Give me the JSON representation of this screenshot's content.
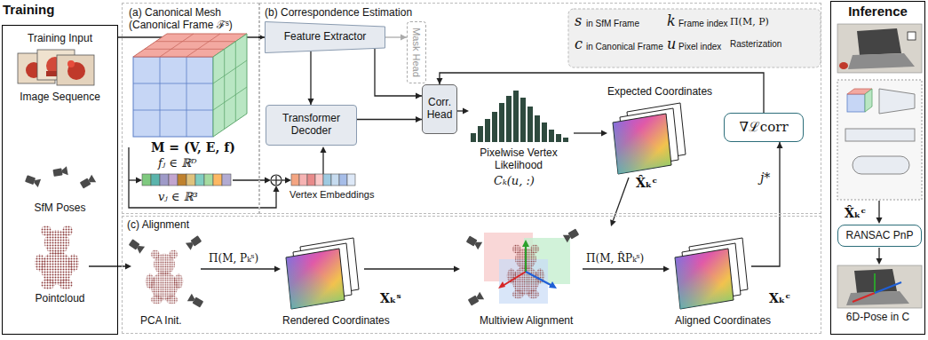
{
  "diagram": {
    "nodes": [
      {
        "text": [
          "Training",
          "Training Input",
          "Image Sequence",
          "SfM Poses",
          "Pointcloud"
        ]
      },
      {
        "text": [
          "(a) Canonical Mesh (Canonical Frame ℱˢ)"
        ]
      },
      {
        "text": [
          "(b) Correspondence Estimation"
        ]
      },
      {
        "text": [
          "Feature Extractor"
        ],
        "in": 2
      },
      {
        "text": [
          "Mask Head"
        ],
        "in": 2
      },
      {
        "text": [
          "Transformer Decoder"
        ],
        "in": 2
      },
      {
        "text": [
          "Corr. Head"
        ],
        "in": 2
      },
      {
        "text": [
          "∇ℒcorr"
        ],
        "in": 2
      },
      {
        "text": [
          "(c) Alignment"
        ]
      },
      {
        "text": [
          "Inference",
          "6D-Pose in C"
        ]
      },
      {
        "text": [
          "RANSAC PnP"
        ],
        "in": 9
      }
    ],
    "edges": [
      {
        "from": 0,
        "to": 3,
        "arrow": "to"
      },
      {
        "from": 3,
        "to": 4,
        "arrow": "to"
      },
      {
        "from": 3,
        "to": 5,
        "arrow": "to"
      },
      {
        "from": 3,
        "to": 6,
        "arrow": "to"
      },
      {
        "from": 5,
        "to": 6,
        "arrow": "to"
      },
      {
        "from": 7,
        "to": 6,
        "arrow": "to"
      },
      {
        "from": 8,
        "to": 7,
        "label": "j*",
        "arrow": "to"
      }
    ],
    "labels": [
      "M = (V, E, f)",
      "fⱼ ∈ ℝᴰ",
      "vⱼ ∈ ℝ³",
      "Vertex Embeddings",
      "Pixelwise Vertex Likelihood",
      "Cₖ(u, :)",
      "Expected Coordinates",
      "X̂ₖᶜ",
      "s",
      "k",
      "Π(M, P)",
      "c",
      "u",
      "PCA Init.",
      "Π(M, Pₖˢ)",
      "Rendered Coordinates",
      "Xₖˢ",
      "Multiview Alignment",
      "Π(M, R̂Pₖˢ)",
      "Aligned Coordinates",
      "Xₖᶜ",
      "X̂ₖᶜ"
    ],
    "legend": [
      {
        "text": "in SfM Frame"
      },
      {
        "text": "Frame index"
      },
      {
        "text": "Rasterization"
      },
      {
        "text": "in Canonical Frame"
      },
      {
        "text": "Pixel index"
      }
    ]
  }
}
